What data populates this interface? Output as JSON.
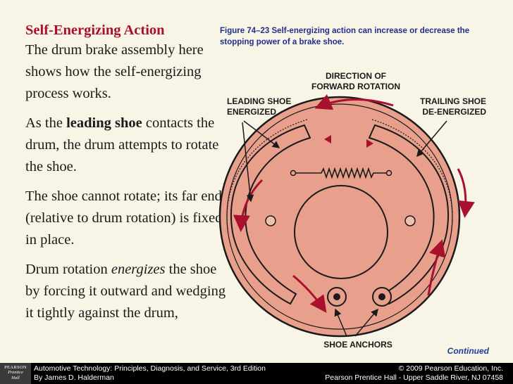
{
  "title": "Self-Energizing Action",
  "paragraphs": {
    "p1": "The drum brake assembly here shows how the self-energizing process works.",
    "p2_pre": "As the ",
    "p2_bold": "leading shoe",
    "p2_post": " contacts the drum, the drum attempts to rotate the shoe.",
    "p3": "The shoe cannot rotate; its far end (relative to drum rotation) is fixed in place.",
    "p4_pre": "Drum rotation ",
    "p4_italic": "energizes",
    "p4_post": " the shoe by forcing it outward and wedging it tightly against the drum,"
  },
  "figure": {
    "caption": "Figure 74–23  Self-energizing action can increase or decrease the stopping power of a brake shoe.",
    "label_direction_1": "DIRECTION OF",
    "label_direction_2": "FORWARD ROTATION",
    "label_leading_1": "LEADING SHOE",
    "label_leading_2": "ENERGIZED",
    "label_trailing_1": "TRAILING SHOE",
    "label_trailing_2": "DE-ENERGIZED",
    "label_anchors": "SHOE ANCHORS",
    "colors": {
      "drum": "#e8a08c",
      "arrow": "#a8102e",
      "outline": "#1a1a1a"
    }
  },
  "continued": "Continued",
  "footer": {
    "logo_line1": "PEARSON",
    "logo_line2": "Prentice",
    "logo_line3": "Hall",
    "book_title": "Automotive Technology: Principles, Diagnosis, and Service, 3rd Edition",
    "author": "By James D. Halderman",
    "copyright": "© 2009 Pearson Education, Inc.",
    "publisher": "Pearson Prentice Hall - Upper Saddle River, NJ 07458"
  }
}
